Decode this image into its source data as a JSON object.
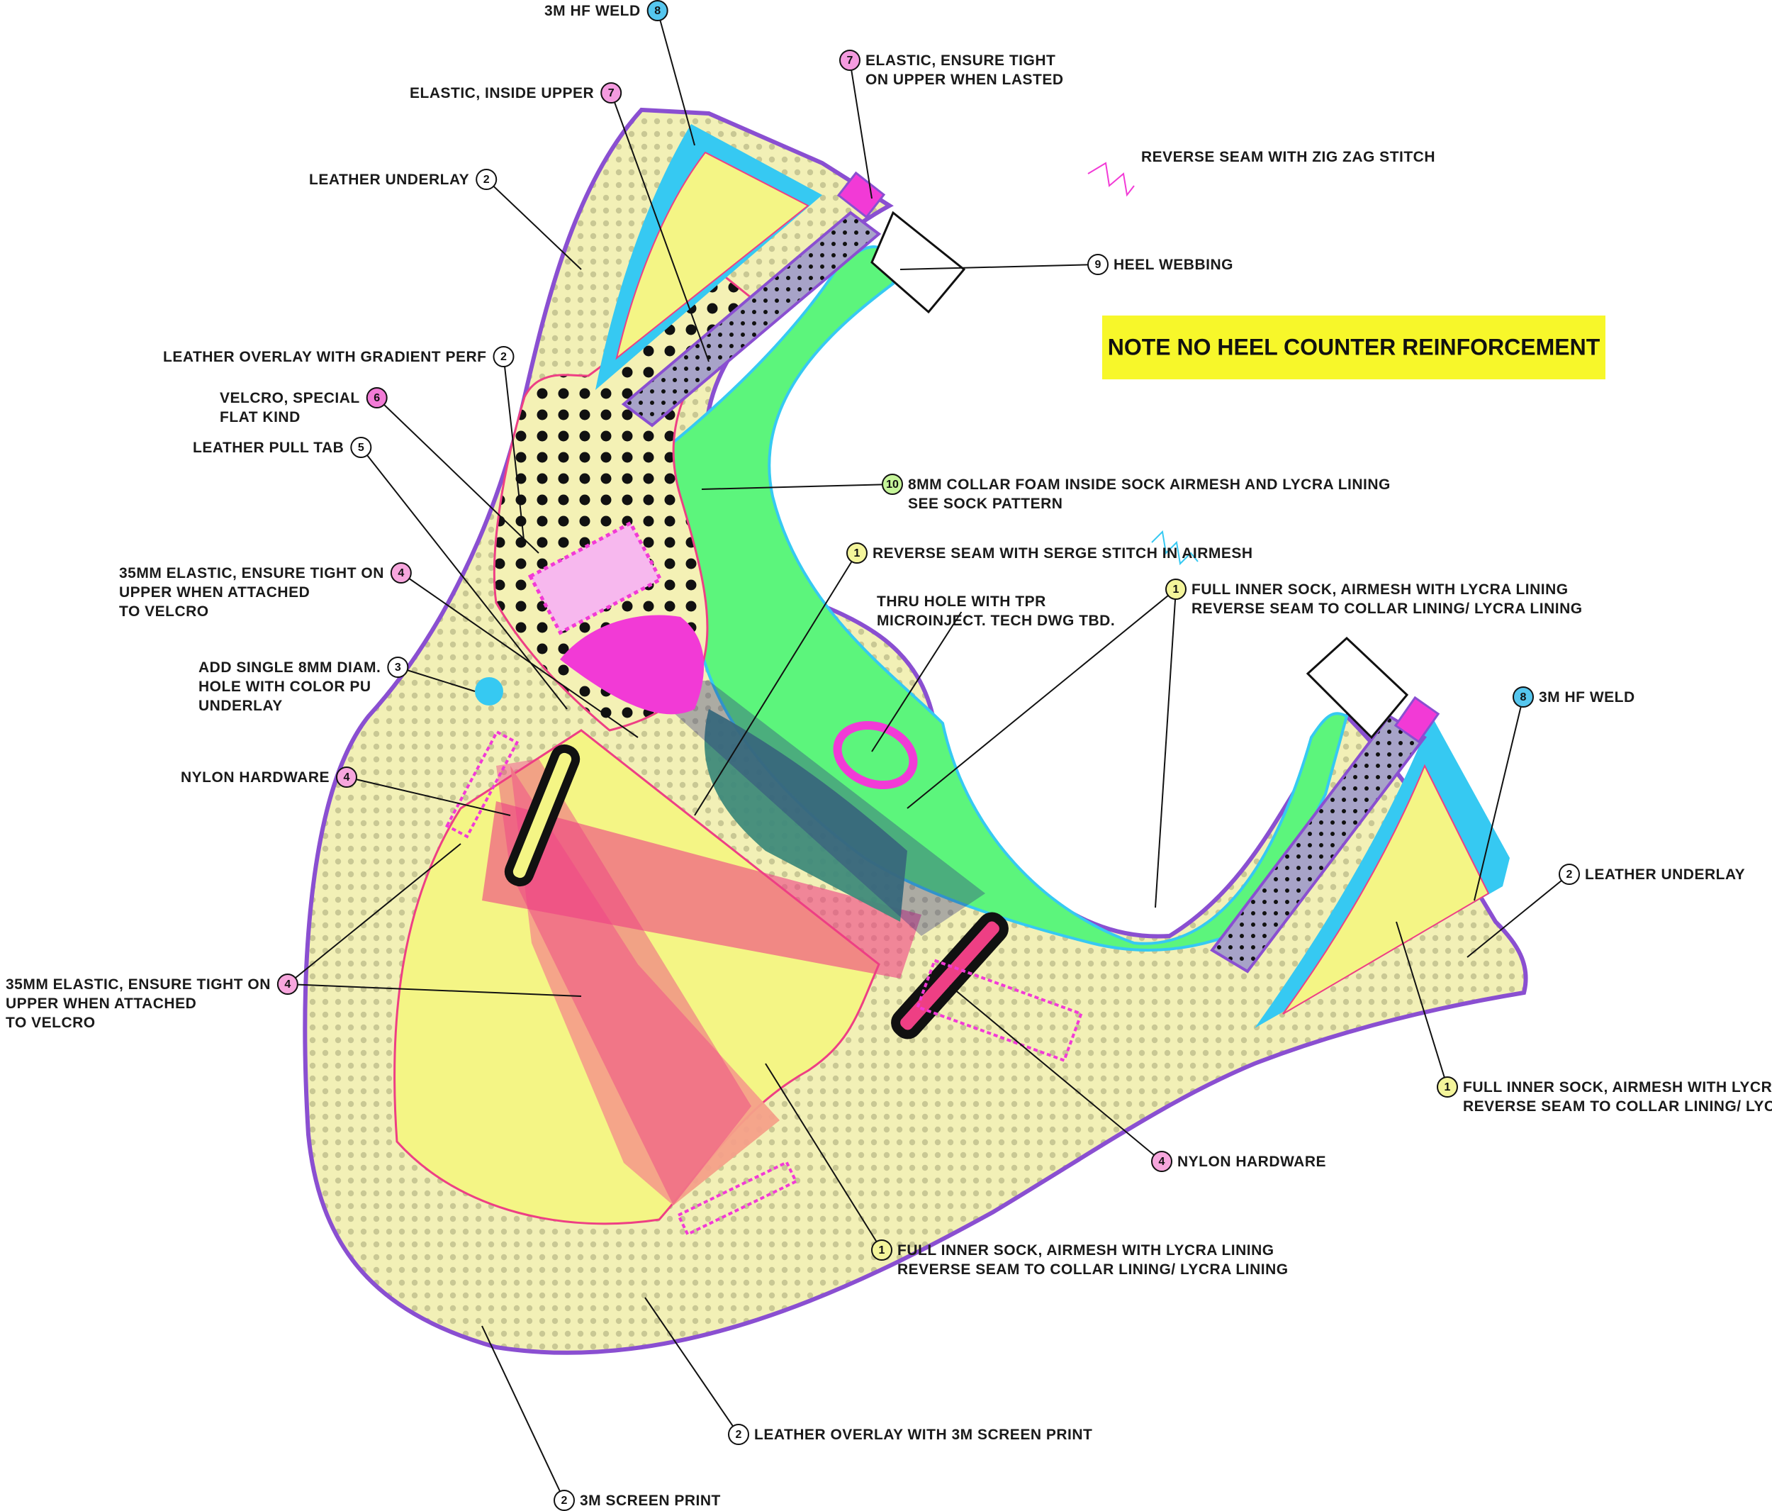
{
  "note": {
    "text": "NOTE NO HEEL COUNTER REINFORCEMENT",
    "bg": "#f7f72a"
  },
  "colors": {
    "outline": "#8a4fd1",
    "pale_yellow": "#f7f4b8",
    "yellow": "#f4f585",
    "cyan": "#36c9f2",
    "green": "#5cf57c",
    "magenta": "#f23ad6",
    "salmon": "#f4a089",
    "pink_red": "#ee3f84",
    "teal_dark": "#3f8a7a",
    "navy": "#2b2a80",
    "grey_violet": "#a09cc4",
    "black": "#111111"
  },
  "badge_colors": {
    "1": "#f4f59b",
    "2": "#ffffff",
    "3": "#ffffff",
    "4": "#f7a6dd",
    "5": "#ffffff",
    "6": "#f27bd6",
    "7": "#f49bdf",
    "8": "#55c6ee",
    "9": "#ffffff",
    "10": "#c6f59a"
  },
  "callouts": [
    {
      "id": "c1",
      "num": "8",
      "lines": [
        "3M HF WELD"
      ]
    },
    {
      "id": "c2",
      "num": "7",
      "lines": [
        "ELASTIC, INSIDE UPPER"
      ]
    },
    {
      "id": "c3",
      "num": "7",
      "lines": [
        "ELASTIC, ENSURE TIGHT",
        "ON UPPER WHEN LASTED"
      ]
    },
    {
      "id": "c4",
      "num": "",
      "lines": [
        "REVERSE SEAM WITH ZIG ZAG STITCH"
      ]
    },
    {
      "id": "c5",
      "num": "2",
      "lines": [
        "LEATHER UNDERLAY"
      ]
    },
    {
      "id": "c6",
      "num": "9",
      "lines": [
        "HEEL WEBBING"
      ]
    },
    {
      "id": "c7",
      "num": "2",
      "lines": [
        "LEATHER OVERLAY WITH GRADIENT PERF"
      ]
    },
    {
      "id": "c8",
      "num": "6",
      "lines": [
        "VELCRO, SPECIAL",
        "FLAT KIND"
      ]
    },
    {
      "id": "c9",
      "num": "5",
      "lines": [
        "LEATHER PULL TAB"
      ]
    },
    {
      "id": "c10",
      "num": "10",
      "lines": [
        "8MM COLLAR FOAM INSIDE SOCK AIRMESH AND LYCRA LINING",
        "SEE SOCK PATTERN"
      ]
    },
    {
      "id": "c11",
      "num": "1",
      "lines": [
        "REVERSE SEAM WITH SERGE STITCH IN AIRMESH"
      ]
    },
    {
      "id": "c12",
      "num": "4",
      "lines": [
        "35MM ELASTIC, ENSURE TIGHT ON",
        "UPPER WHEN ATTACHED",
        "TO VELCRO"
      ]
    },
    {
      "id": "c13",
      "num": "",
      "lines": [
        "THRU HOLE WITH TPR",
        "MICROINJECT. TECH DWG TBD."
      ]
    },
    {
      "id": "c14",
      "num": "1",
      "lines": [
        "FULL INNER SOCK, AIRMESH WITH LYCRA LINING",
        "REVERSE SEAM TO COLLAR LINING/ LYCRA LINING"
      ]
    },
    {
      "id": "c15",
      "num": "3",
      "lines": [
        "ADD SINGLE 8MM DIAM.",
        "HOLE WITH COLOR PU",
        "UNDERLAY"
      ]
    },
    {
      "id": "c16",
      "num": "8",
      "lines": [
        "3M HF WELD"
      ]
    },
    {
      "id": "c17",
      "num": "4",
      "lines": [
        "NYLON HARDWARE"
      ]
    },
    {
      "id": "c18",
      "num": "2",
      "lines": [
        "LEATHER UNDERLAY"
      ]
    },
    {
      "id": "c19",
      "num": "4",
      "lines": [
        "35MM ELASTIC, ENSURE TIGHT ON",
        "UPPER WHEN ATTACHED",
        "TO VELCRO"
      ]
    },
    {
      "id": "c20",
      "num": "1",
      "lines": [
        "FULL INNER SOCK, AIRMESH WITH LYCRA LINING",
        "REVERSE SEAM TO COLLAR LINING/ LYCRA LINING"
      ]
    },
    {
      "id": "c21",
      "num": "4",
      "lines": [
        "NYLON HARDWARE"
      ]
    },
    {
      "id": "c22",
      "num": "1",
      "lines": [
        "FULL INNER SOCK, AIRMESH WITH LYCRA LINING",
        "REVERSE SEAM TO COLLAR LINING/ LYCRA LINING"
      ]
    },
    {
      "id": "c23",
      "num": "2",
      "lines": [
        "LEATHER OVERLAY WITH 3M SCREEN PRINT"
      ]
    },
    {
      "id": "c24",
      "num": "2",
      "lines": [
        "3M SCREEN PRINT"
      ]
    }
  ]
}
